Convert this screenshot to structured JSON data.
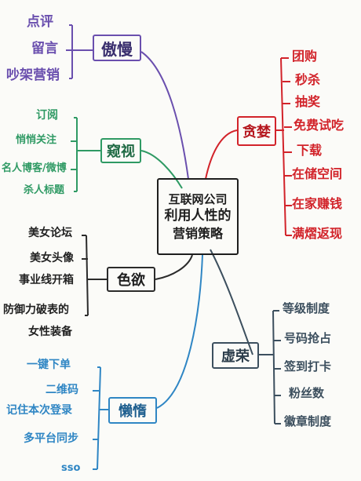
{
  "center": {
    "lines": [
      "互联网公司",
      "利用人性的",
      "营销策略"
    ],
    "color": "#222222"
  },
  "branches": {
    "aoman": {
      "label": "傲慢",
      "color": "#6a4fae",
      "items": [
        "点评",
        "留言",
        "吵架营销"
      ]
    },
    "kuishi": {
      "label": "窥视",
      "color": "#2f9a64",
      "items": [
        "订阅",
        "悄悄关注",
        "名人博客/微博",
        "杀人标题"
      ]
    },
    "seyu": {
      "label": "色欲",
      "color": "#2b2b2b",
      "items": [
        "美女论坛",
        "美女头像",
        "事业线开箱",
        "防御力破表的",
        "女性装备"
      ]
    },
    "landuo": {
      "label": "懒惰",
      "color": "#2f86c4",
      "items": [
        "一键下单",
        "二维码",
        "记住本次登录",
        "多平台同步",
        "sso"
      ]
    },
    "tanlan": {
      "label": "贪婪",
      "color": "#d2232a",
      "items": [
        "团购",
        "秒杀",
        "抽奖",
        "免费试吃",
        "下载",
        "在储空间",
        "在家赚钱",
        "满熠返现"
      ]
    },
    "xurong": {
      "label": "虚荣",
      "color": "#3c4f5e",
      "items": [
        "等级制度",
        "号码抢占",
        "签到打卡",
        "粉丝数",
        "徽章制度"
      ]
    }
  }
}
